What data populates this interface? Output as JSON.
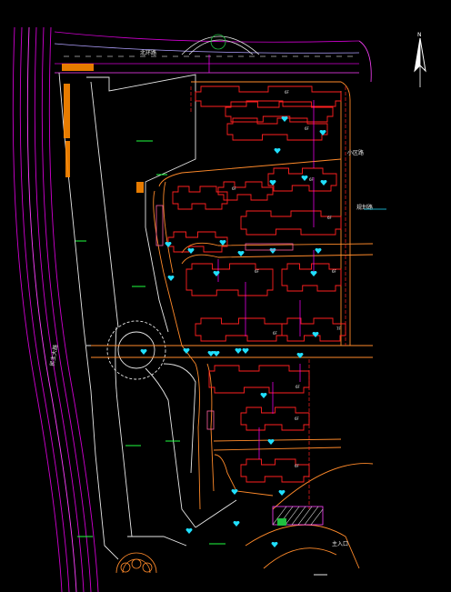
{
  "colors": {
    "background": "#000000",
    "road_magenta": "#d000d0",
    "road_magenta_light": "#ff40ff",
    "boundary_white": "#e8e8e8",
    "building_red": "#ff2020",
    "road_orange": "#ff8a2a",
    "dim_magenta": "#ff00ff",
    "tree_cyan": "#20e0ff",
    "green_label": "#20ff40",
    "hatch_pink": "#ff60a0",
    "hatch_orange": "#ff8800",
    "north_white": "#ffffff"
  },
  "icons": {
    "north_arrow": "north-arrow-icon",
    "tree": "tree-icon",
    "roundabout": "roundabout-icon",
    "fountain": "fountain-icon"
  },
  "labels": {
    "north_road": "北环路",
    "west_road": "民主大路",
    "east_label": "规划路",
    "mid_road": "小区路",
    "south_label": "主入口",
    "floors_6f": "6F",
    "floors_7f": "7F"
  }
}
